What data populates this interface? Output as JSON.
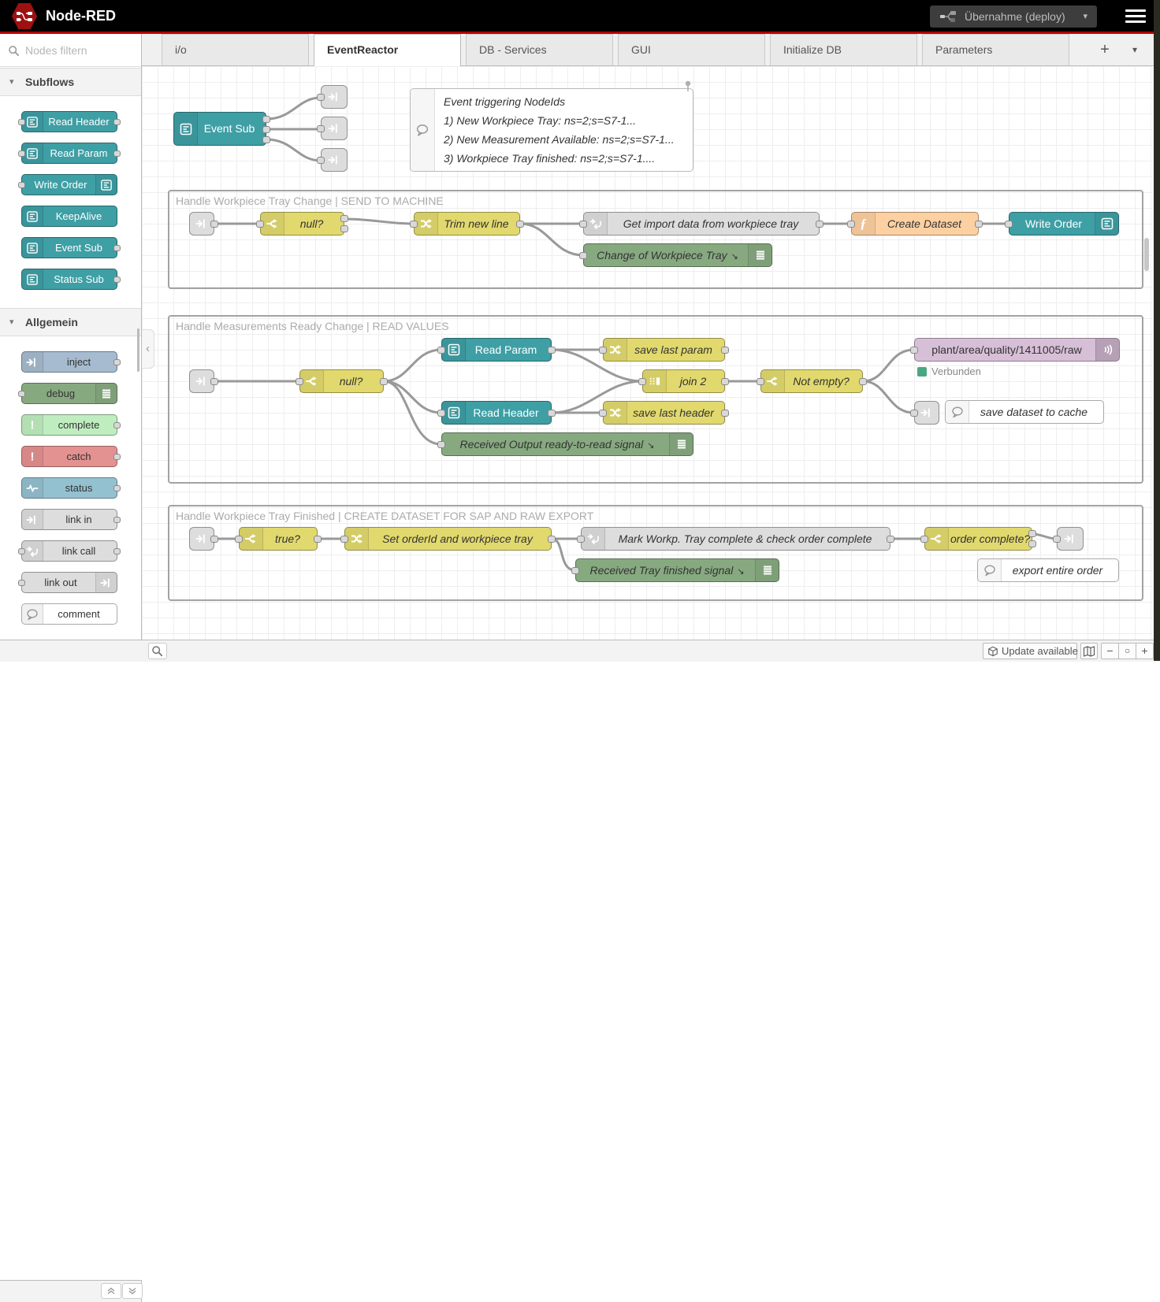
{
  "header": {
    "title": "Node-RED",
    "deploy": "Übernahme (deploy)"
  },
  "palette": {
    "search_placeholder": "Nodes filtern",
    "cat_subflows": "Subflows",
    "cat_allgemein": "Allgemein",
    "sub_items": [
      "Read Header",
      "Read Param",
      "Write Order",
      "KeepAlive",
      "Event Sub",
      "Status Sub"
    ],
    "gen_items": [
      "inject",
      "debug",
      "complete",
      "catch",
      "status",
      "link in",
      "link call",
      "link out",
      "comment"
    ]
  },
  "tabs": [
    "i/o",
    "EventReactor",
    "DB - Services",
    "GUI",
    "Initialize DB",
    "Parameters"
  ],
  "active_tab": "EventReactor",
  "groups": {
    "g1": "Handle Workpiece Tray Change | SEND TO MACHINE",
    "g2": "Handle Measurements Ready Change | READ VALUES",
    "g3": "Handle Workpiece Tray Finished | CREATE DATASET FOR SAP AND RAW EXPORT"
  },
  "nodes": {
    "event_sub": "Event Sub",
    "null1": "null?",
    "trim": "Trim new line",
    "get_import": "Get import data from workpiece tray",
    "change_tray": "Change of Workpiece Tray",
    "create_dataset": "Create Dataset",
    "write_order": "Write Order",
    "null2": "null?",
    "read_param": "Read Param",
    "read_header": "Read Header",
    "save_param": "save last param",
    "save_header": "save last header",
    "join2": "join 2",
    "not_empty": "Not empty?",
    "mqtt_topic": "plant/area/quality/1411005/raw",
    "received_output": "Received Output ready-to-read signal",
    "true1": "true?",
    "set_orderid": "Set orderId and workpiece tray",
    "mark_workp": "Mark Workp. Tray complete & check order complete",
    "received_tray": "Received Tray finished signal",
    "order_complete": "order complete?"
  },
  "comments": {
    "info_line0": "Event triggering NodeIds",
    "info_line1": "1) New Workpiece Tray: ns=2;s=S7-1...",
    "info_line2": "2) New Measurement Available: ns=2;s=S7-1...",
    "info_line3": "3) Workpiece Tray finished: ns=2;s=S7-1....",
    "save_cache": "save dataset to cache",
    "export_order": "export entire order"
  },
  "status": {
    "mqtt_connected": "Verbunden"
  },
  "footer": {
    "update": "Update available"
  },
  "glyphs": {
    "function": "ƒ",
    "exclamation": "!",
    "debug_active": "↘",
    "chevron_down": "▾",
    "chevron_left": "‹",
    "caret_down": "▾",
    "plus": "+",
    "zoom_out": "−",
    "zoom_reset": "○",
    "zoom_in": "+"
  },
  "colors": {
    "header_red": "#b30000",
    "subflow_teal": "#3e9fa5",
    "node_yellow": "#e2d96e",
    "function_orange": "#fdd0a2",
    "mqtt_purple": "#d8bfd8",
    "debug_green": "#87a980",
    "inject_blue": "#a6bbcf",
    "status_blue": "#94c1d0",
    "catch_red": "#e49191",
    "complete_green": "#c0edc0",
    "link_gray": "#dddddd",
    "connected_green": "#4ca682",
    "wire_gray": "#999999"
  }
}
